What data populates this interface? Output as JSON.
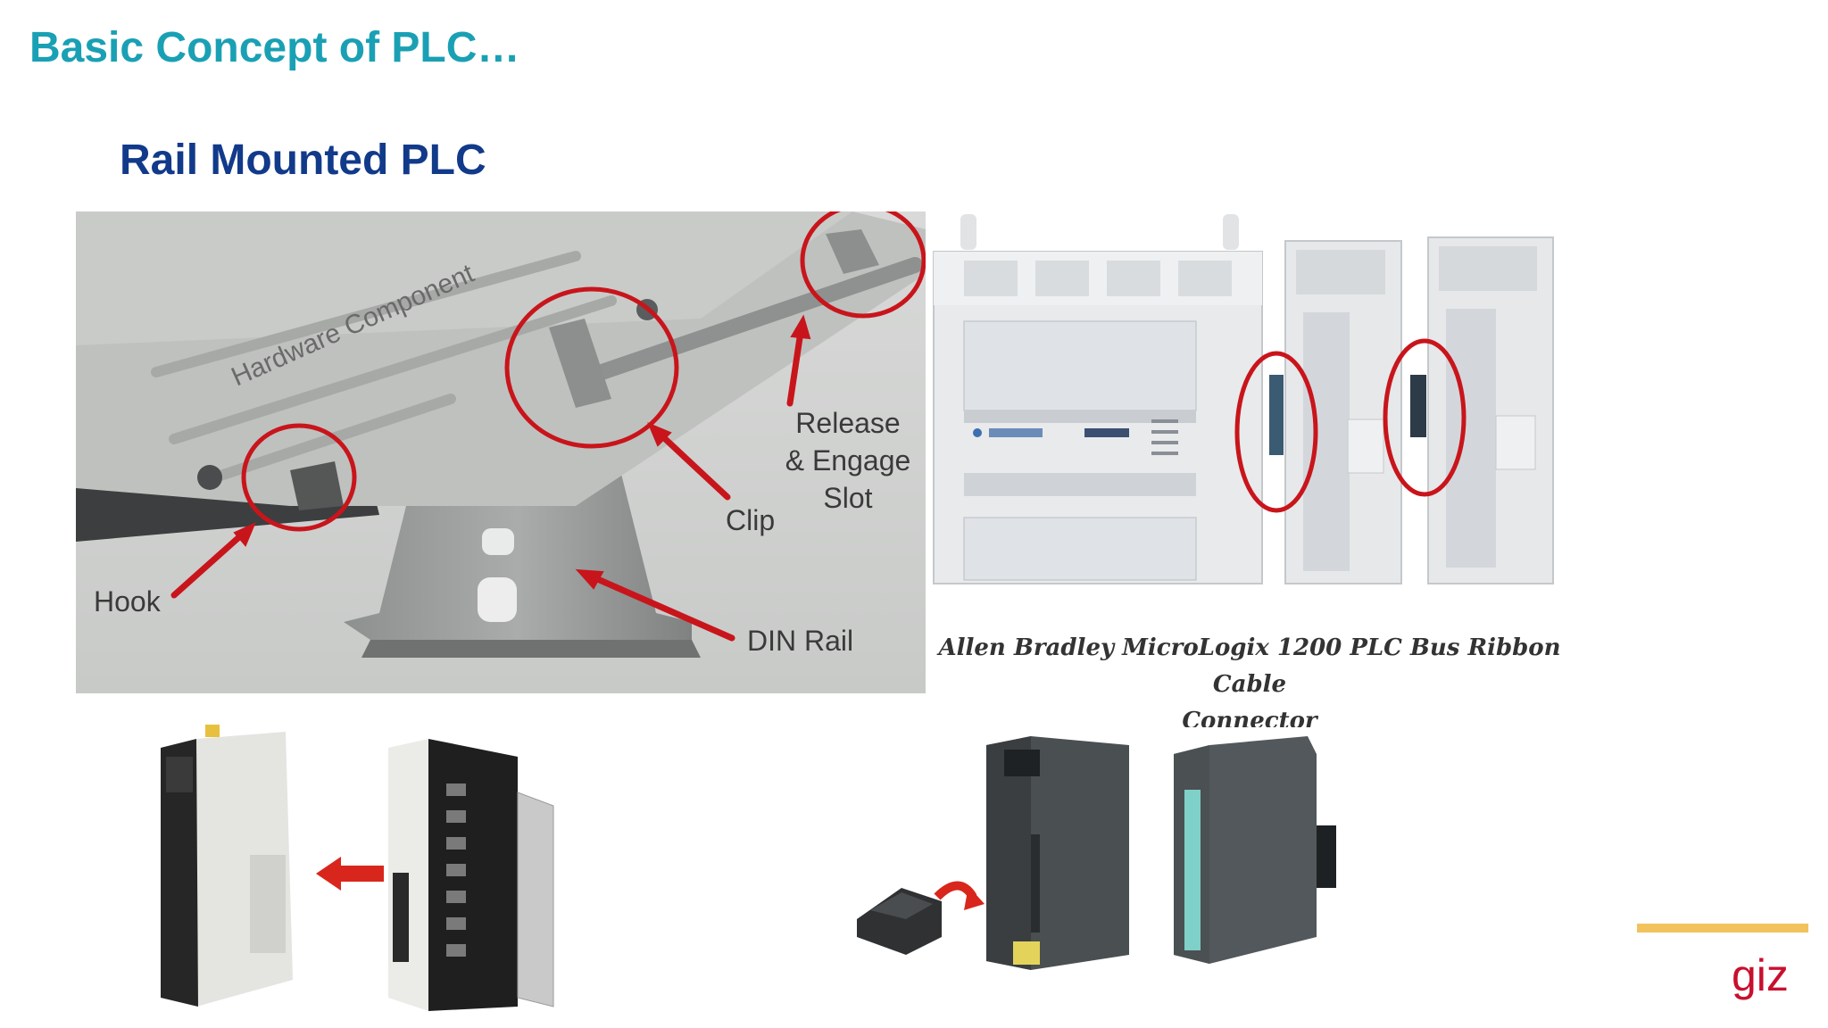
{
  "slide": {
    "title": "Basic Concept of PLC…",
    "subtitle": "Rail Mounted PLC"
  },
  "din_rail_photo": {
    "etched_text": "Hardware Component",
    "labels": {
      "hook": "Hook",
      "clip": "Clip",
      "release_line1": "Release",
      "release_line2": "& Engage",
      "release_line3": "Slot",
      "din_rail": "DIN Rail"
    },
    "marker_color": "#c8151b"
  },
  "micrologix_photo": {
    "caption_line1": "Allen Bradley MicroLogix 1200 PLC Bus Ribbon Cable",
    "caption_line2": "Connector",
    "marker_color": "#c8151b"
  },
  "omron_photo": {
    "arrow_color": "#d9261c"
  },
  "siemens_photo": {
    "arrow_color": "#d9261c"
  },
  "footer": {
    "logo_text": "giz",
    "logo_color": "#c8102e",
    "accent_color": "#f2c35d"
  }
}
